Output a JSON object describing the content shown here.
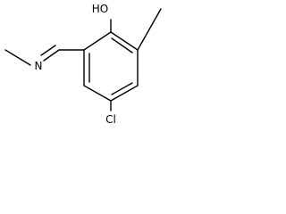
{
  "molecule": {
    "atoms": {
      "hydroxyl": "HO",
      "imine_nitrogen": "N",
      "chlorine": "Cl"
    }
  }
}
